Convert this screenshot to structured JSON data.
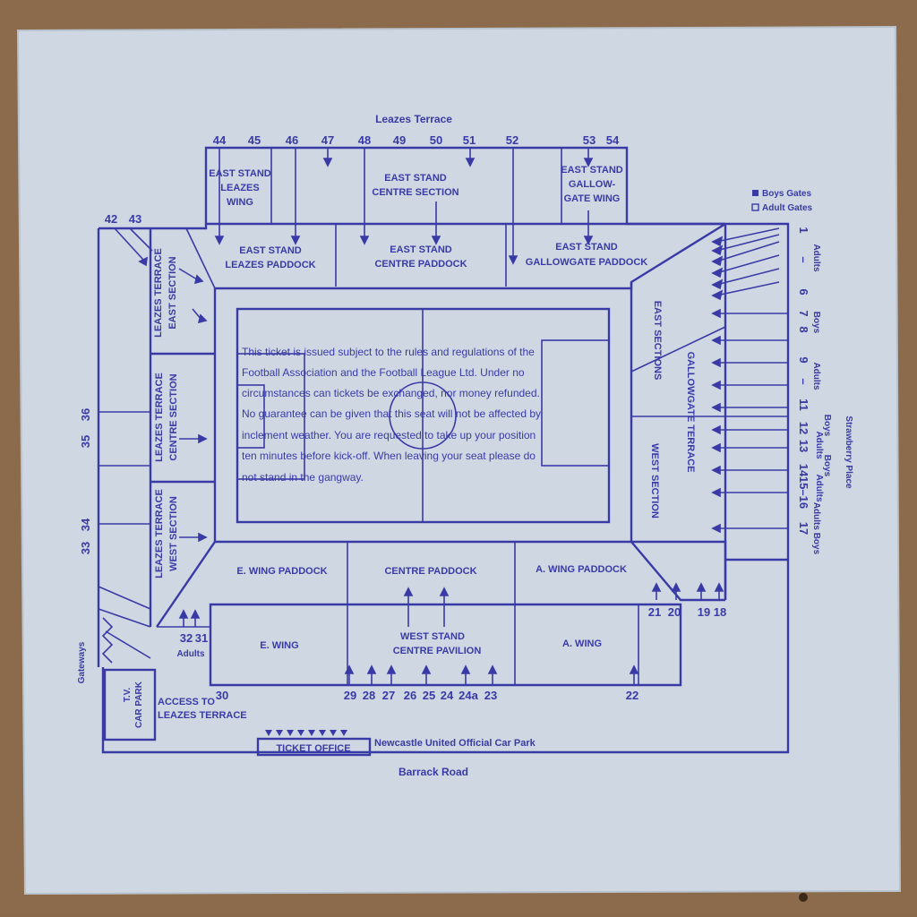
{
  "top_label": "Leazes Terrace",
  "bottom_label": "Barrack Road",
  "car_park_label": "Newcastle United Official Car Park",
  "ticket_office": "TICKET OFFICE",
  "tv_car_park": [
    "T.V.",
    "CAR PARK"
  ],
  "access_label": [
    "ACCESS TO",
    "LEAZES TERRACE"
  ],
  "gateways": "Gateways",
  "adults_small": "Adults",
  "strawberry_place": "Strawberry Place",
  "legend": {
    "boys": "Boys Gates",
    "adults": "Adult Gates"
  },
  "sections": {
    "east_stand_leazes_wing": [
      "EAST STAND",
      "LEAZES",
      "WING"
    ],
    "east_stand_centre_section": [
      "EAST STAND",
      "CENTRE SECTION"
    ],
    "east_stand_gallowgate_wing": [
      "EAST STAND",
      "GALLOW-",
      "GATE WING"
    ],
    "east_stand_leazes_paddock": [
      "EAST STAND",
      "LEAZES PADDOCK"
    ],
    "east_stand_centre_paddock": [
      "EAST STAND",
      "CENTRE PADDOCK"
    ],
    "east_stand_gallowgate_paddock": [
      "EAST STAND",
      "GALLOWGATE PADDOCK"
    ],
    "leazes_terrace_east": [
      "LEAZES TERRACE",
      "EAST SECTION"
    ],
    "leazes_terrace_centre": [
      "LEAZES TERRACE",
      "CENTRE SECTION"
    ],
    "leazes_terrace_west": [
      "LEAZES TERRACE",
      "WEST SECTION"
    ],
    "east_sections": "EAST SECTIONS",
    "gallowgate_terrace": "GALLOWGATE TERRACE",
    "west_section": "WEST SECTION",
    "e_wing_paddock": "E. WING PADDOCK",
    "centre_paddock": "CENTRE PADDOCK",
    "a_wing_paddock": "A. WING PADDOCK",
    "e_wing": "E. WING",
    "west_stand_centre_pavilion": [
      "WEST STAND",
      "CENTRE PAVILION"
    ],
    "a_wing": "A. WING"
  },
  "terms": [
    "This ticket is issued subject to the rules and regulations of the",
    "Football Association and the Football League Ltd. Under no",
    "circumstances can tickets be exchanged, nor money refunded.",
    "No guarantee can be given that this seat will not be affected by",
    "inclement weather. You are requested to take up your position",
    "ten minutes before kick-off. When leaving your seat please do",
    "not stand in the gangway."
  ],
  "gates_top": [
    "44",
    "45",
    "46",
    "47",
    "48",
    "49",
    "50",
    "51",
    "52",
    "53",
    "54"
  ],
  "gates_left_top": [
    "42",
    "43"
  ],
  "gates_left": [
    "36",
    "35",
    "34",
    "33"
  ],
  "gates_bottom": [
    "32",
    "31",
    "30",
    "29",
    "28",
    "27",
    "26",
    "25",
    "24",
    "24a",
    "23",
    "22",
    "21",
    "20",
    "19",
    "18"
  ],
  "gates_right": [
    "1",
    "–",
    "6",
    "7",
    "8",
    "9",
    "–",
    "11",
    "12",
    "13",
    "14",
    "15–16",
    "17"
  ],
  "right_side_text": [
    "Adults",
    "Boys",
    "Adults",
    "Boys",
    "Adults",
    "Boys",
    "Adults",
    "Adults Boys"
  ]
}
